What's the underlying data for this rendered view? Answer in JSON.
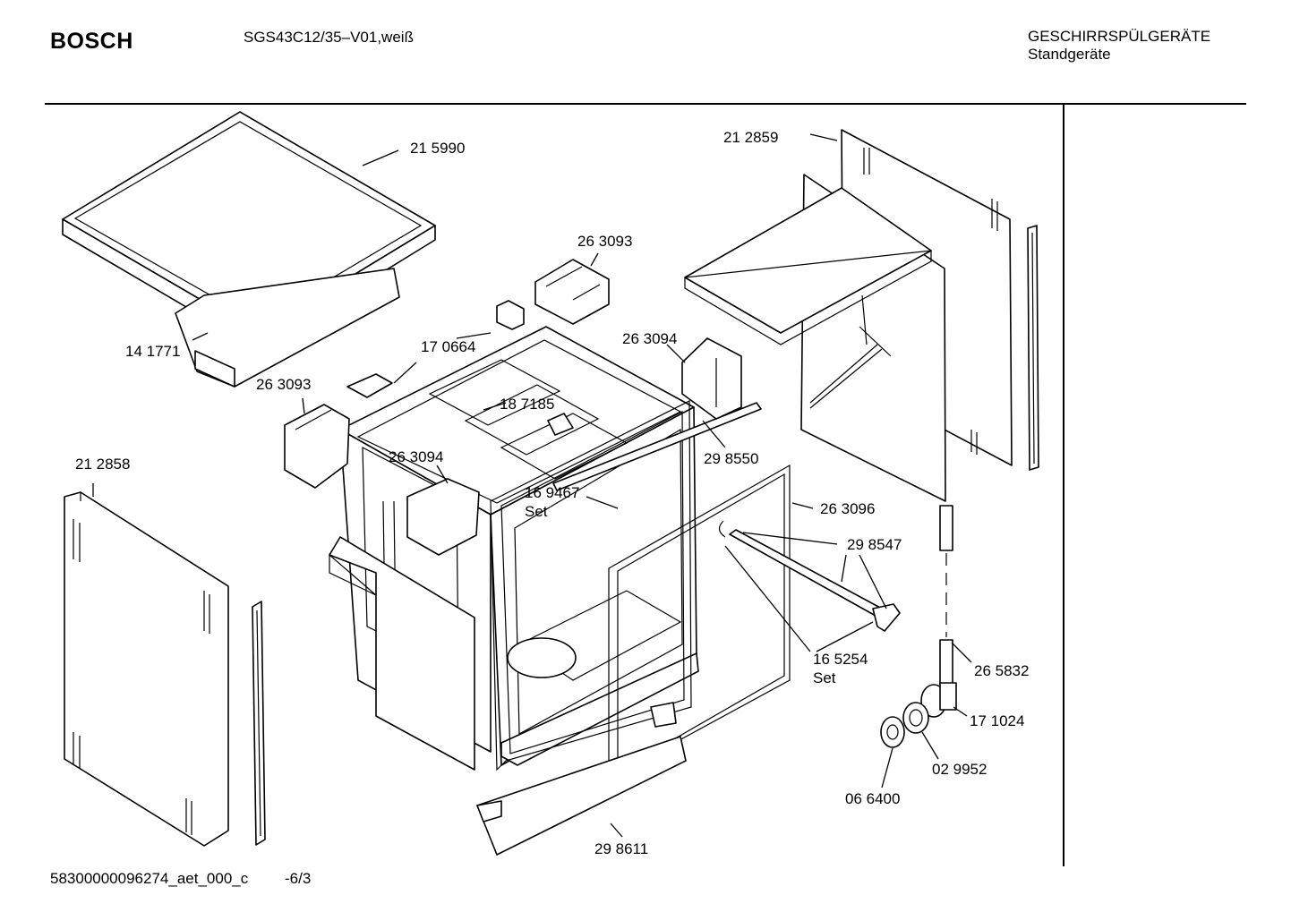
{
  "header": {
    "brand": "BOSCH",
    "model": "SGS43C12/35–V01,weiß",
    "category_line1": "GESCHIRRSPÜLGERÄTE",
    "category_line2": "Standgeräte"
  },
  "footer": {
    "code": "58300000096274_aet_000_c",
    "page": "-6/3"
  },
  "parts": {
    "p215990": "21 5990",
    "p212859": "21 2859",
    "p263093a": "26 3093",
    "p141771": "14 1771",
    "p170664": "17 0664",
    "p263094a": "26 3094",
    "p263093b": "26 3093",
    "p187185": "18 7185",
    "p212858": "21 2858",
    "p263094b": "26 3094",
    "p298550": "29 8550",
    "p169467": "16 9467",
    "p169467set": "Set",
    "p263096": "26 3096",
    "p298547": "29 8547",
    "p165254": "16 5254",
    "p165254set": "Set",
    "p265832": "26 5832",
    "p171024": "17 1024",
    "p029952": "02 9952",
    "p066400": "06 6400",
    "p298611": "29 8611"
  }
}
